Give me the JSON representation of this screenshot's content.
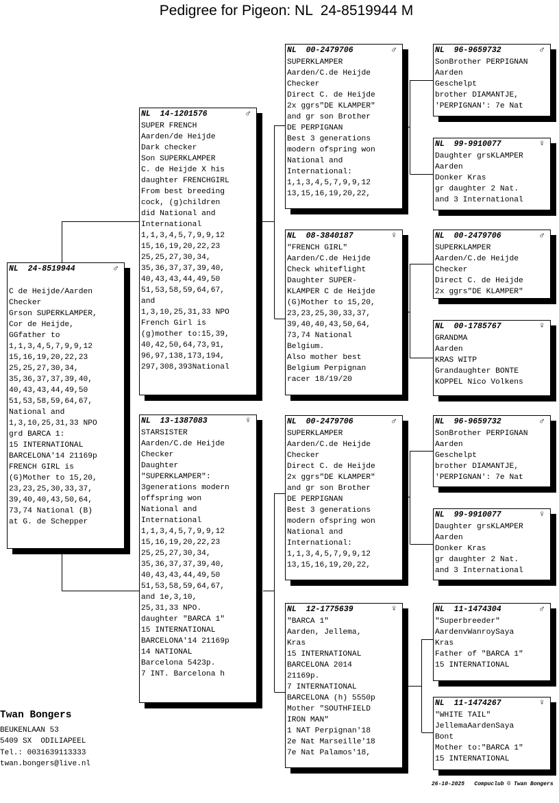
{
  "title": "Pedigree for Pigeon: NL  24-8519944 M",
  "boxes": [
    {
      "ring": "NL  24-8519944",
      "sex": "♂",
      "lines": [
        "",
        "C de Heijde/Aarden",
        "Checker",
        "Grson SUPERKLAMPER,",
        "Cor de Heijde,",
        "GGfather to",
        "1,1,3,4,5,7,9,9,12",
        "15,16,19,20,22,23",
        "25,25,27,30,34,",
        "35,36,37,37,39,40,",
        "40,43,43,44,49,50",
        "51,53,58,59,64,67,",
        "National and",
        "1,3,10,25,31,33 NPO",
        "grd BARCA 1:",
        "15 INTERNATIONAL",
        "BARCELONA'14 21169p",
        "FRENCH GIRL is",
        "(G)Mother to 15,20,",
        "23,23,25,30,33,37,",
        "39,40,40,43,50,64,",
        "73,74 National (B)",
        "at G. de Schepper"
      ]
    },
    {
      "ring": "NL  14-1201576",
      "sex": "♂",
      "lines": [
        "SUPER FRENCH",
        "Aarden/de Heijde",
        "Dark checker",
        "Son SUPERKLAMPER",
        "C. de Heijde X his",
        "daughter FRENCHGIRL",
        "From best breeding",
        "cock, (g)children",
        "did National and",
        "International",
        "1,1,3,4,5,7,9,9,12",
        "15,16,19,20,22,23",
        "25,25,27,30,34,",
        "35,36,37,37,39,40,",
        "40,43,43,44,49,50",
        "51,53,58,59,64,67,",
        "and",
        "1,3,10,25,31,33 NPO",
        "French Girl is",
        "(g)mother to:15,39,",
        "40,42,50,64,73,91,",
        "96,97,138,173,194,",
        "297,308,393National"
      ]
    },
    {
      "ring": "NL  13-1387083",
      "sex": "♀",
      "lines": [
        "STARSISTER",
        "Aarden/C.de Heijde",
        "Checker",
        "Daughter",
        "\"SUPERKLAMPER\":",
        "3generations modern",
        "offspring won",
        "National and",
        "International",
        "1,1,3,4,5,7,9,9,12",
        "15,16,19,20,22,23",
        "25,25,27,30,34,",
        "35,36,37,37,39,40,",
        "40,43,43,44,49,50",
        "51,53,58,59,64,67,",
        "and 1e,3,10,",
        "25,31,33 NPO.",
        "daughter \"BARCA 1\"",
        "15 INTERNATIONAL",
        "BARCELONA'14 21169p",
        "14 NATIONAL",
        "Barcelona 5423p.",
        "7 INT. Barcelona h"
      ]
    },
    {
      "ring": "NL  00-2479706",
      "sex": "♂",
      "lines": [
        "SUPERKLAMPER",
        "Aarden/C.de Heijde",
        "Checker",
        "Direct C. de Heijde",
        "2x ggrs\"DE KLAMPER\"",
        "and gr son Brother",
        "DE PERPIGNAN",
        "Best 3 generations",
        "modern ofspring won",
        "National and",
        "International:",
        "1,1,3,4,5,7,9,9,12",
        "13,15,16,19,20,22,"
      ]
    },
    {
      "ring": "NL  08-3840187",
      "sex": "♀",
      "lines": [
        "\"FRENCH GIRL\"",
        "Aarden/C.de Heijde",
        "Check whiteflight",
        "Daughter SUPER-",
        "KLAMPER C de Heijde",
        "(G)Mother to 15,20,",
        "23,23,25,30,33,37,",
        "39,40,40,43,50,64,",
        "73,74 National",
        "Belgium.",
        "Also mother best",
        "Belgium Perpignan",
        "racer 18/19/20"
      ]
    },
    {
      "ring": "NL  00-2479706",
      "sex": "♂",
      "lines": [
        "SUPERKLAMPER",
        "Aarden/C.de Heijde",
        "Checker",
        "Direct C. de Heijde",
        "2x ggrs\"DE KLAMPER\"",
        "and gr son Brother",
        "DE PERPIGNAN",
        "Best 3 generations",
        "modern ofspring won",
        "National and",
        "International:",
        "1,1,3,4,5,7,9,9,12",
        "13,15,16,19,20,22,"
      ]
    },
    {
      "ring": "NL  12-1775639",
      "sex": "♀",
      "lines": [
        "\"BARCA 1\"",
        "Aarden, Jellema,",
        "Kras",
        "15 INTERNATIONAL",
        "BARCELONA 2014",
        "21169p.",
        "7 INTERNATIONAL",
        "BARCELONA (h) 5550p",
        "Mother \"SOUTHFIELD",
        "IRON MAN\"",
        "1 NAT Perpignan'18",
        "2e Nat Marseille'18",
        "7e Nat Palamos'18,"
      ]
    },
    {
      "ring": "NL  96-9659732",
      "sex": "♂",
      "lines": [
        "SonBrother PERPIGNAN",
        "Aarden",
        "Geschelpt",
        "brother DIAMANTJE,",
        "'PERPIGNAN': 7e Nat"
      ]
    },
    {
      "ring": "NL  99-9910077",
      "sex": "♀",
      "lines": [
        "Daughter grsKLAMPER",
        "Aarden",
        "Donker Kras",
        "gr daughter 2 Nat.",
        "and 3 International"
      ]
    },
    {
      "ring": "NL  00-2479706",
      "sex": "♂",
      "lines": [
        "SUPERKLAMPER",
        "Aarden/C.de Heijde",
        "Checker",
        "Direct C. de Heijde",
        "2x ggrs\"DE KLAMPER\""
      ]
    },
    {
      "ring": "NL  00-1785767",
      "sex": "♀",
      "lines": [
        "GRANDMA",
        "Aarden",
        "KRAS WITP",
        "Grandaughter BONTE",
        "KOPPEL Nico Volkens"
      ]
    },
    {
      "ring": "NL  96-9659732",
      "sex": "♂",
      "lines": [
        "SonBrother PERPIGNAN",
        "Aarden",
        "Geschelpt",
        "brother DIAMANTJE,",
        "'PERPIGNAN': 7e Nat"
      ]
    },
    {
      "ring": "NL  99-9910077",
      "sex": "♀",
      "lines": [
        "Daughter grsKLAMPER",
        "Aarden",
        "Donker Kras",
        "gr daughter 2 Nat.",
        "and 3 International"
      ]
    },
    {
      "ring": "NL  11-1474304",
      "sex": "♂",
      "lines": [
        "\"Superbreeder\"",
        "AardenvWanroySaya",
        "Kras",
        "Father of \"BARCA 1\"",
        "15 INTERNATIONAL"
      ]
    },
    {
      "ring": "NL  11-1474267",
      "sex": "♀",
      "lines": [
        "\"WHITE TAIL\"",
        "JellemaAardenSaya",
        "Bont",
        "Mother to:\"BARCA 1\"",
        "15 INTERNATIONAL"
      ]
    }
  ],
  "owner": {
    "name": "Twan Bongers",
    "address": [
      "BEUKENLAAN 53",
      "5409 SX  ODILIAPEEL",
      "Tel.: 0031639113333",
      "twan.bongers@live.nl"
    ]
  },
  "footer": "26-10-2025   Compuclub © Twan Bongers"
}
